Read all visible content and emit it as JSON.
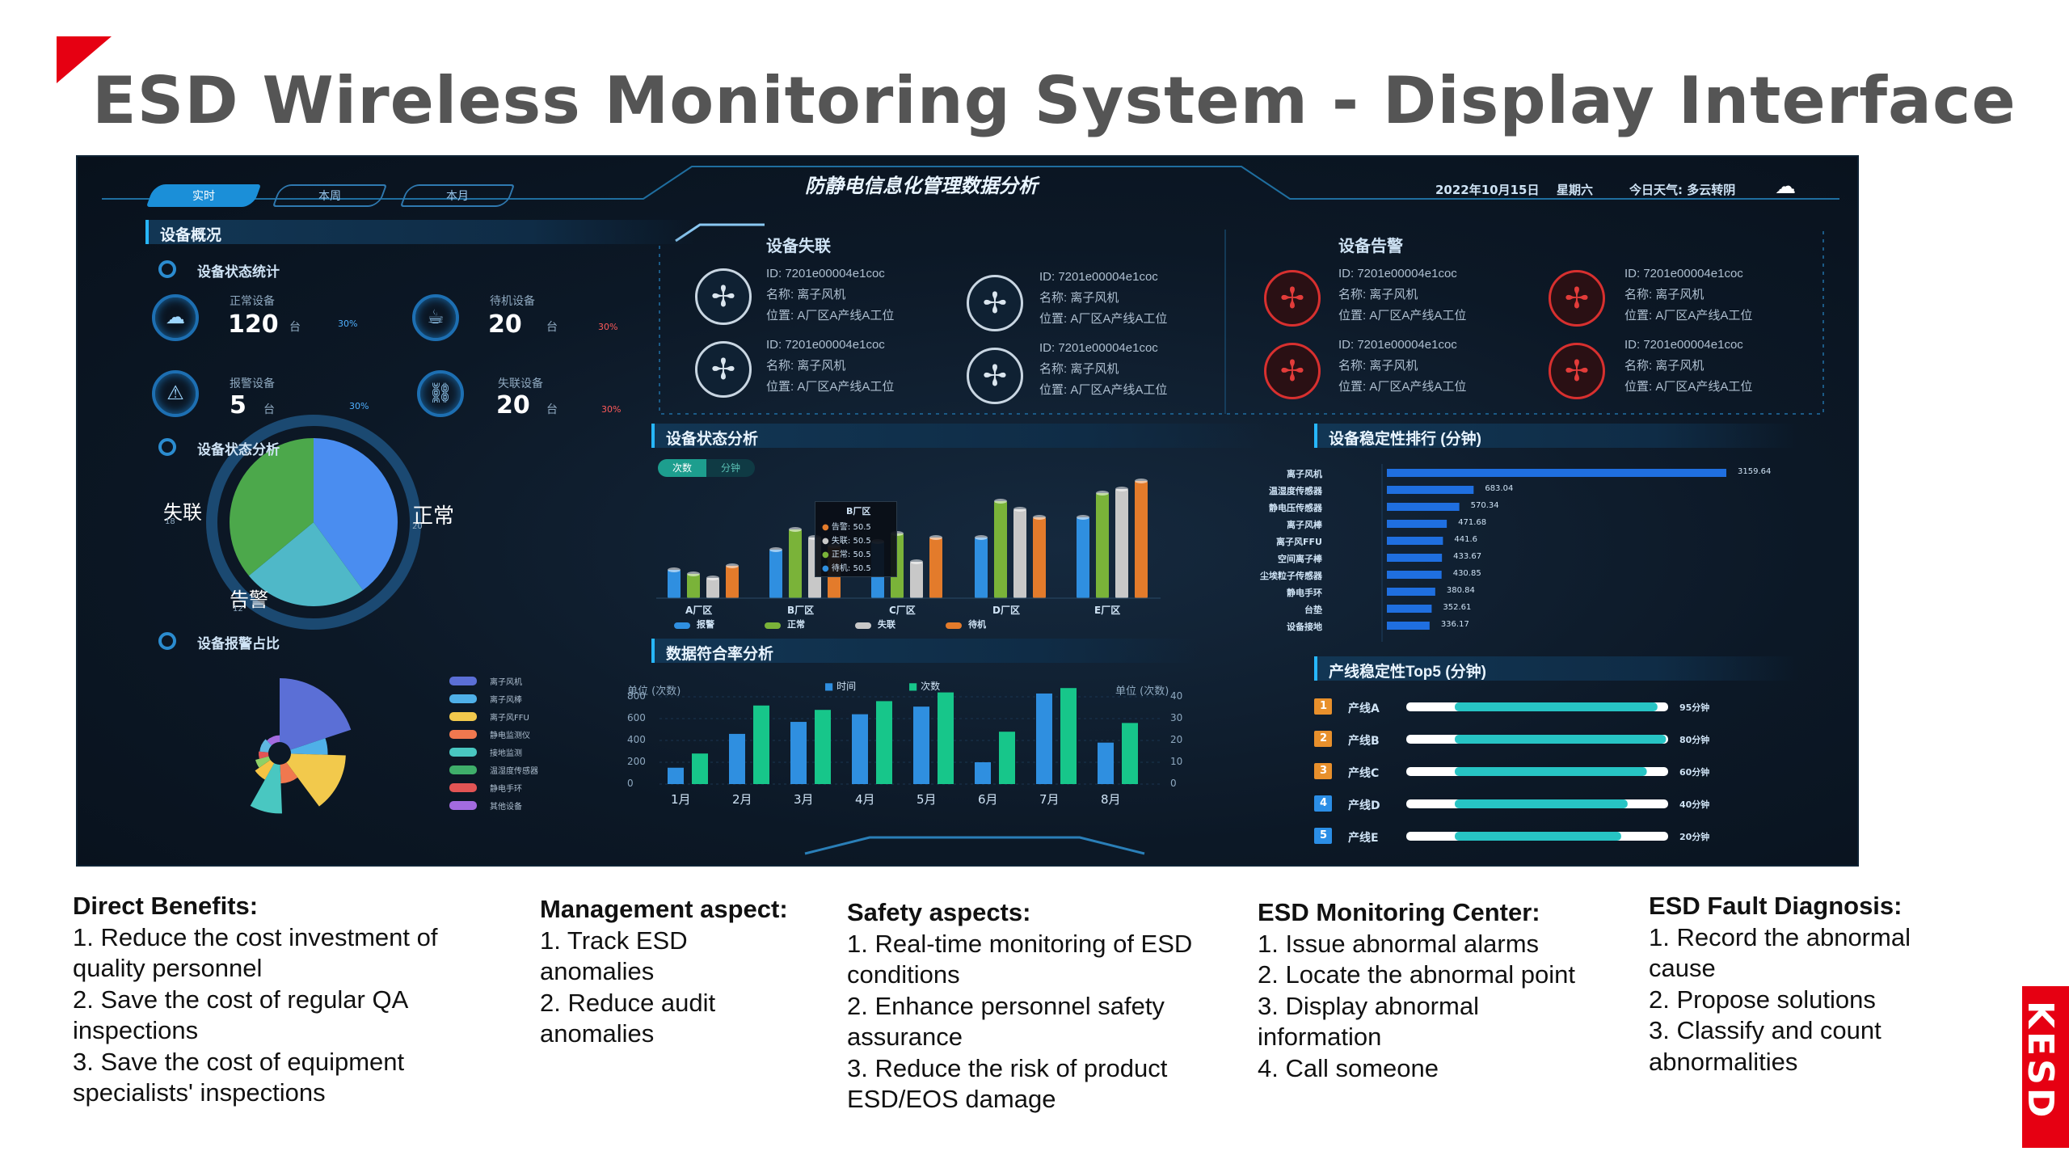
{
  "slide": {
    "title": "ESD Wireless Monitoring System - Display Interface"
  },
  "dashboard": {
    "header_title": "防静电信息化管理数据分析",
    "date": "2022年10月15日",
    "weekday": "星期六",
    "weather": "今日天气: 多云转阴",
    "tabs": [
      "实时",
      "本周",
      "本月"
    ],
    "device_overview": {
      "title": "设备概况",
      "status_stats_title": "设备状态统计",
      "stats": [
        {
          "label": "正常设备",
          "value": "120",
          "unit": "台",
          "change": "30%",
          "icon": "cloud-icon"
        },
        {
          "label": "待机设备",
          "value": "20",
          "unit": "台",
          "change": "30%",
          "icon": "cup-icon"
        },
        {
          "label": "报警设备",
          "value": "5",
          "unit": "台",
          "change": "30%",
          "icon": "warning-icon"
        },
        {
          "label": "失联设备",
          "value": "20",
          "unit": "台",
          "change": "30%",
          "icon": "link-broken-icon"
        }
      ],
      "status_analysis_title": "设备状态分析",
      "pie_labels": [
        {
          "name": "失联",
          "value": "18"
        },
        {
          "name": "正常",
          "value": "20"
        },
        {
          "name": "告警",
          "value": "12"
        }
      ],
      "alarm_ratio_title": "设备报警占比",
      "alarm_legend": [
        "离子风机",
        "离子风棒",
        "离子风FFU",
        "静电监测仪",
        "接地监测",
        "温湿度传感器",
        "静电手环",
        "其他设备"
      ],
      "alarm_colors": [
        "#5b6fd6",
        "#4fb0e8",
        "#f2c94c",
        "#f0784f",
        "#49c7c1",
        "#3fae6a",
        "#e25454",
        "#a36be0"
      ]
    },
    "device_offline": {
      "title": "设备失联",
      "devices": [
        {
          "id": "ID: 7201e00004e1coc",
          "name": "名称: 离子风机",
          "pos": "位置: A厂区A产线A工位"
        },
        {
          "id": "ID: 7201e00004e1coc",
          "name": "名称: 离子风机",
          "pos": "位置: A厂区A产线A工位"
        },
        {
          "id": "ID: 7201e00004e1coc",
          "name": "名称: 离子风机",
          "pos": "位置: A厂区A产线A工位"
        },
        {
          "id": "ID: 7201e00004e1coc",
          "name": "名称: 离子风机",
          "pos": "位置: A厂区A产线A工位"
        }
      ]
    },
    "device_alarm": {
      "title": "设备告警",
      "devices": [
        {
          "id": "ID: 7201e00004e1coc",
          "name": "名称: 离子风机",
          "pos": "位置: A厂区A产线A工位"
        },
        {
          "id": "ID: 7201e00004e1coc",
          "name": "名称: 离子风机",
          "pos": "位置: A厂区A产线A工位"
        },
        {
          "id": "ID: 7201e00004e1coc",
          "name": "名称: 离子风机",
          "pos": "位置: A厂区A产线A工位"
        },
        {
          "id": "ID: 7201e00004e1coc",
          "name": "名称: 离子风机",
          "pos": "位置: A厂区A产线A工位"
        }
      ]
    },
    "status_analysis": {
      "title": "设备状态分析",
      "toggle": [
        "次数",
        "分钟"
      ],
      "factories": [
        "A厂区",
        "B厂区",
        "C厂区",
        "D厂区",
        "E厂区"
      ],
      "legend": [
        "报警",
        "正常",
        "失联",
        "待机"
      ],
      "series_colors": [
        "#2f8fe0",
        "#7ab339",
        "#c8c8c8",
        "#e37b2b"
      ],
      "tooltip": {
        "title": "B厂区",
        "rows": [
          "告警: 50.5",
          "失联: 50.5",
          "正常: 50.5",
          "待机: 50.5"
        ]
      },
      "values": [
        [
          14,
          12,
          10,
          16
        ],
        [
          24,
          34,
          30,
          26
        ],
        [
          28,
          32,
          18,
          30
        ],
        [
          30,
          48,
          44,
          40
        ],
        [
          40,
          52,
          54,
          58
        ]
      ]
    },
    "compliance": {
      "title": "数据符合率分析",
      "left_unit": "单位 (次数)",
      "right_unit": "单位 (次数)",
      "legend": [
        "时间",
        "次数"
      ],
      "left_ticks": [
        "800",
        "600",
        "400",
        "200",
        "0"
      ],
      "right_ticks": [
        "40",
        "30",
        "20",
        "10",
        "0"
      ],
      "months": [
        "1月",
        "2月",
        "3月",
        "4月",
        "5月",
        "6月",
        "7月",
        "8月"
      ],
      "blue": [
        150,
        460,
        570,
        640,
        710,
        200,
        830,
        380
      ],
      "green": [
        14,
        36,
        34,
        38,
        42,
        24,
        44,
        28
      ]
    },
    "stability_rank": {
      "title": "设备稳定性排行 (分钟)",
      "items": [
        {
          "name": "离子风机",
          "value": "3159.64",
          "v": 3159.64
        },
        {
          "name": "温湿度传感器",
          "value": "683.04",
          "v": 683.04
        },
        {
          "name": "静电压传感器",
          "value": "570.34",
          "v": 570.34
        },
        {
          "name": "离子风棒",
          "value": "471.68",
          "v": 471.68
        },
        {
          "name": "离子风FFU",
          "value": "441.6",
          "v": 441.6
        },
        {
          "name": "空间离子棒",
          "value": "433.67",
          "v": 433.67
        },
        {
          "name": "尘埃粒子传感器",
          "value": "430.85",
          "v": 430.85
        },
        {
          "name": "静电手环",
          "value": "380.84",
          "v": 380.84
        },
        {
          "name": "台垫",
          "value": "352.61",
          "v": 352.61
        },
        {
          "name": "设备接地",
          "value": "336.17",
          "v": 336.17
        }
      ]
    },
    "line_top5": {
      "title": "产线稳定性Top5 (分钟)",
      "items": [
        {
          "rank": "1",
          "name": "产线A",
          "value": "95分钟",
          "pct": 0.95
        },
        {
          "rank": "2",
          "name": "产线B",
          "value": "80分钟",
          "pct": 0.99
        },
        {
          "rank": "3",
          "name": "产线C",
          "value": "60分钟",
          "pct": 0.9
        },
        {
          "rank": "4",
          "name": "产线D",
          "value": "40分钟",
          "pct": 0.81
        },
        {
          "rank": "5",
          "name": "产线E",
          "value": "20分钟",
          "pct": 0.78
        }
      ]
    }
  },
  "columns": [
    {
      "heading": "Direct Benefits:",
      "lines": [
        "1. Reduce the cost investment of",
        "quality personnel",
        "2. Save the cost of regular QA",
        "inspections",
        "3. Save the cost of equipment",
        "specialists' inspections"
      ]
    },
    {
      "heading": "Management aspect:",
      "lines": [
        "1. Track ESD",
        "anomalies",
        "2. Reduce audit",
        "anomalies"
      ]
    },
    {
      "heading": "Safety aspects:",
      "lines": [
        "1. Real-time monitoring of ESD",
        "conditions",
        "2. Enhance personnel safety",
        "assurance",
        "3. Reduce the risk of product",
        "ESD/EOS damage"
      ]
    },
    {
      "heading": "ESD Monitoring Center:",
      "lines": [
        "1. Issue abnormal alarms",
        "2. Locate the abnormal point",
        "3. Display abnormal",
        "information",
        "4. Call someone"
      ]
    },
    {
      "heading": "ESD Fault Diagnosis:",
      "lines": [
        "1. Record the abnormal",
        "cause",
        "2. Propose solutions",
        "3. Classify and count",
        "abnormalities"
      ]
    }
  ],
  "logo": "KESD"
}
